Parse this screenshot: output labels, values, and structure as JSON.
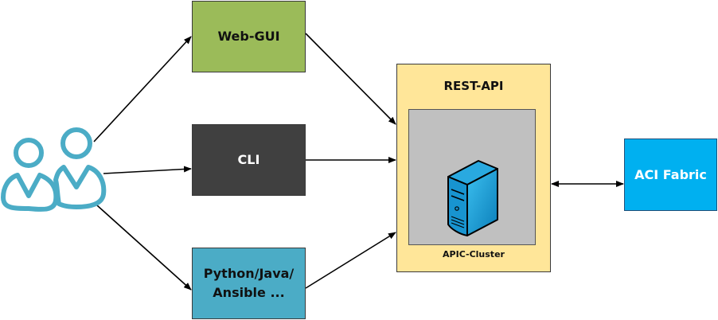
{
  "diagram": {
    "actors": {
      "icon": "users-icon",
      "color": "#4bacc6"
    },
    "nodes": {
      "web_gui": {
        "label": "Web-GUI",
        "color": "#9bbb59"
      },
      "cli": {
        "label": "CLI",
        "color": "#404040"
      },
      "python": {
        "label": "Python/Java/\nAnsible ...",
        "color": "#4bacc6"
      },
      "rest_api": {
        "label": "REST-API",
        "color": "#ffe699"
      },
      "apic_cluster": {
        "label": "APIC-Cluster",
        "icon": "server-icon",
        "color": "#c0c0c0"
      },
      "aci_fabric": {
        "label": "ACI Fabric",
        "color": "#00b0f0"
      }
    },
    "edges": [
      {
        "from": "users",
        "to": "web_gui",
        "direction": "forward"
      },
      {
        "from": "users",
        "to": "cli",
        "direction": "forward"
      },
      {
        "from": "users",
        "to": "python",
        "direction": "forward"
      },
      {
        "from": "web_gui",
        "to": "rest_api",
        "direction": "forward"
      },
      {
        "from": "cli",
        "to": "rest_api",
        "direction": "forward"
      },
      {
        "from": "python",
        "to": "rest_api",
        "direction": "forward"
      },
      {
        "from": "rest_api",
        "to": "aci_fabric",
        "direction": "both"
      }
    ]
  }
}
